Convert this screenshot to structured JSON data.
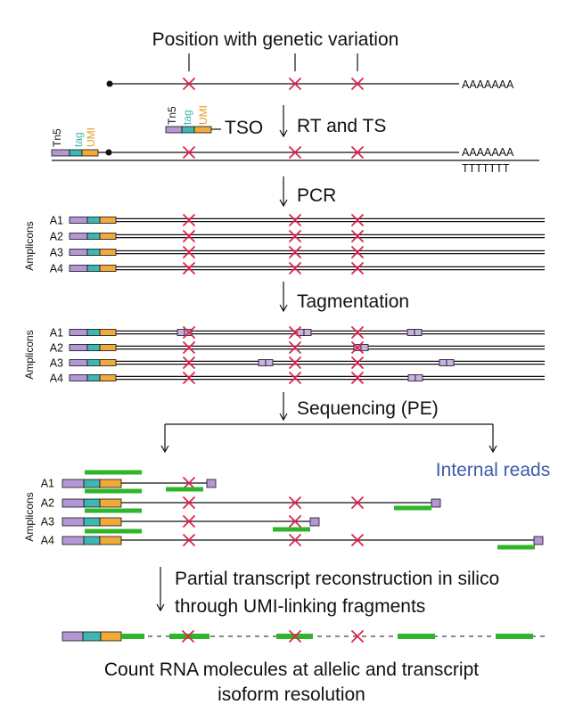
{
  "title": "Position with genetic variation",
  "polyA": "AAAAAAA",
  "polyT": "TTTTTTT",
  "tso": "TSO",
  "labels": {
    "tn5": "Tn5",
    "tag": "tag",
    "umi": "UMI"
  },
  "steps": {
    "rt_ts": "RT and TS",
    "pcr": "PCR",
    "tagmentation": "Tagmentation",
    "sequencing": "Sequencing (PE)"
  },
  "amplicons_label": "Amplicons",
  "amplicon_names": [
    "A1",
    "A2",
    "A3",
    "A4"
  ],
  "internal_reads": "Internal reads",
  "reconstruction": [
    "Partial transcript reconstruction in silico",
    "through UMI-linking fragments"
  ],
  "conclusion": [
    "Count RNA molecules at allelic and transcript",
    "isoform resolution"
  ],
  "colors": {
    "tn5": "#b597d6",
    "tag": "#3fb6b2",
    "umi": "#f2a93b",
    "variant": "#e0234f",
    "read": "#2fb52a",
    "internal": "#3e5ba8"
  }
}
